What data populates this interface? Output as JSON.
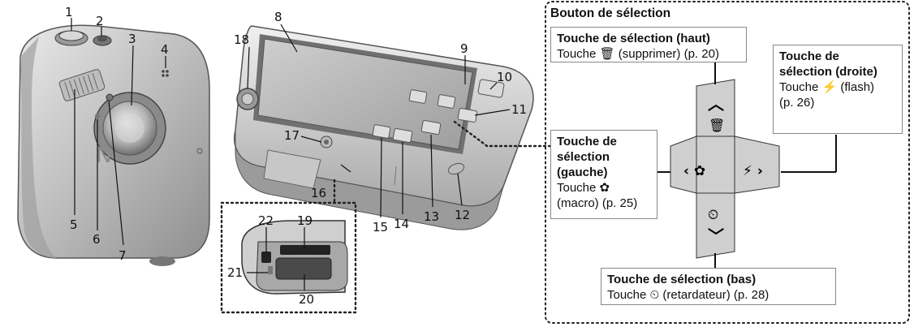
{
  "callouts": {
    "n1": "1",
    "n2": "2",
    "n3": "3",
    "n4": "4",
    "n5": "5",
    "n6": "6",
    "n7": "7",
    "n8": "8",
    "n9": "9",
    "n10": "10",
    "n11": "11",
    "n12": "12",
    "n13": "13",
    "n14": "14",
    "n15": "15",
    "n16": "16",
    "n17": "17",
    "n18": "18",
    "n19": "19",
    "n20": "20",
    "n21": "21",
    "n22": "22"
  },
  "panel": {
    "title": "Bouton de sélection",
    "up": {
      "heading": "Touche de sélection (haut)",
      "text": "Touche 🗑 (supprimer) (p. 20)"
    },
    "right": {
      "heading_1": "Touche de",
      "heading_2": "sélection (droite)",
      "text_1": "Touche ⚡ (flash)",
      "text_2": "(p. 26)"
    },
    "left": {
      "heading_1": "Touche de",
      "heading_2": "sélection (gauche)",
      "text_1": "Touche ✿",
      "text_2": "(macro) (p. 25)"
    },
    "down": {
      "heading": "Touche de sélection (bas)",
      "text": "Touche ⏲ (retardateur) (p. 28)"
    },
    "key_up_glyph": "︿",
    "key_up_icon": "🗑",
    "key_down_glyph": "﹀",
    "key_down_icon": "⏲",
    "key_left_glyph": "‹ ✿",
    "key_right_glyph": "⚡ ›"
  }
}
